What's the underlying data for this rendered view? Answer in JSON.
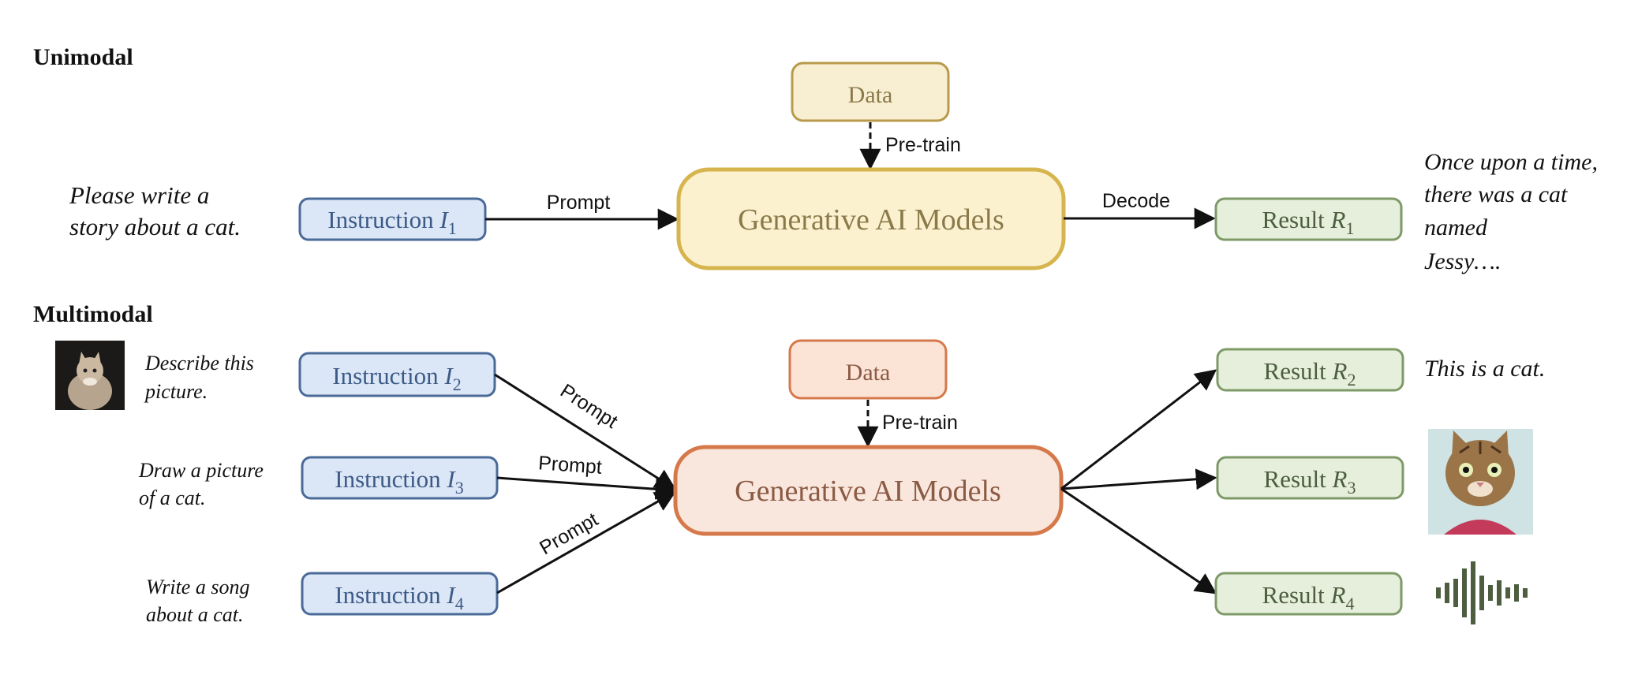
{
  "sections": {
    "unimodal": "Unimodal",
    "multimodal": "Multimodal"
  },
  "colors": {
    "instruction_fill": "#dbe6f6",
    "instruction_stroke": "#4a6a98",
    "instruction_text": "#3c5a86",
    "result_fill": "#e6efdc",
    "result_stroke": "#7d9a67",
    "result_text": "#4c5e3f",
    "uni_model_fill": "#fbf1cf",
    "uni_model_stroke": "#d6b44e",
    "uni_model_text": "#8a7a4a",
    "uni_data_fill": "#f8efd2",
    "uni_data_stroke": "#b89a4a",
    "multi_model_fill": "#f9e6dc",
    "multi_model_stroke": "#d6794a",
    "multi_model_text": "#8a5a44",
    "multi_data_fill": "#fbe3d6",
    "multi_data_stroke": "#d6794a",
    "waveform": "#4c5e3f"
  },
  "unimodal": {
    "prompt_text": [
      "Please write a",
      "story about a cat."
    ],
    "instruction": {
      "label": "Instruction",
      "var": "I",
      "sub": "1"
    },
    "data_label": "Data",
    "pretrain_label": "Pre-train",
    "prompt_label": "Prompt",
    "model_label": "Generative AI Models",
    "decode_label": "Decode",
    "result": {
      "label": "Result",
      "var": "R",
      "sub": "1"
    },
    "result_text": [
      "Once upon a time,",
      "there was a cat",
      "named",
      "Jessy…."
    ]
  },
  "multimodal": {
    "prompts": [
      {
        "lines": [
          "Describe this",
          "picture."
        ],
        "instruction": {
          "label": "Instruction",
          "var": "I",
          "sub": "2"
        }
      },
      {
        "lines": [
          "Draw a picture",
          "of a cat."
        ],
        "instruction": {
          "label": "Instruction",
          "var": "I",
          "sub": "3"
        }
      },
      {
        "lines": [
          "Write a song",
          "about a cat."
        ],
        "instruction": {
          "label": "Instruction",
          "var": "I",
          "sub": "4"
        }
      }
    ],
    "prompt_label": "Prompt",
    "data_label": "Data",
    "pretrain_label": "Pre-train",
    "model_label": "Generative AI Models",
    "results": [
      {
        "label": "Result",
        "var": "R",
        "sub": "2"
      },
      {
        "label": "Result",
        "var": "R",
        "sub": "3"
      },
      {
        "label": "Result",
        "var": "R",
        "sub": "4"
      }
    ],
    "result_text": "This is a cat.",
    "icons": {
      "input_image": "cat-photo-icon",
      "output_image": "cat-drawing-icon",
      "output_audio": "audio-waveform-icon"
    }
  }
}
